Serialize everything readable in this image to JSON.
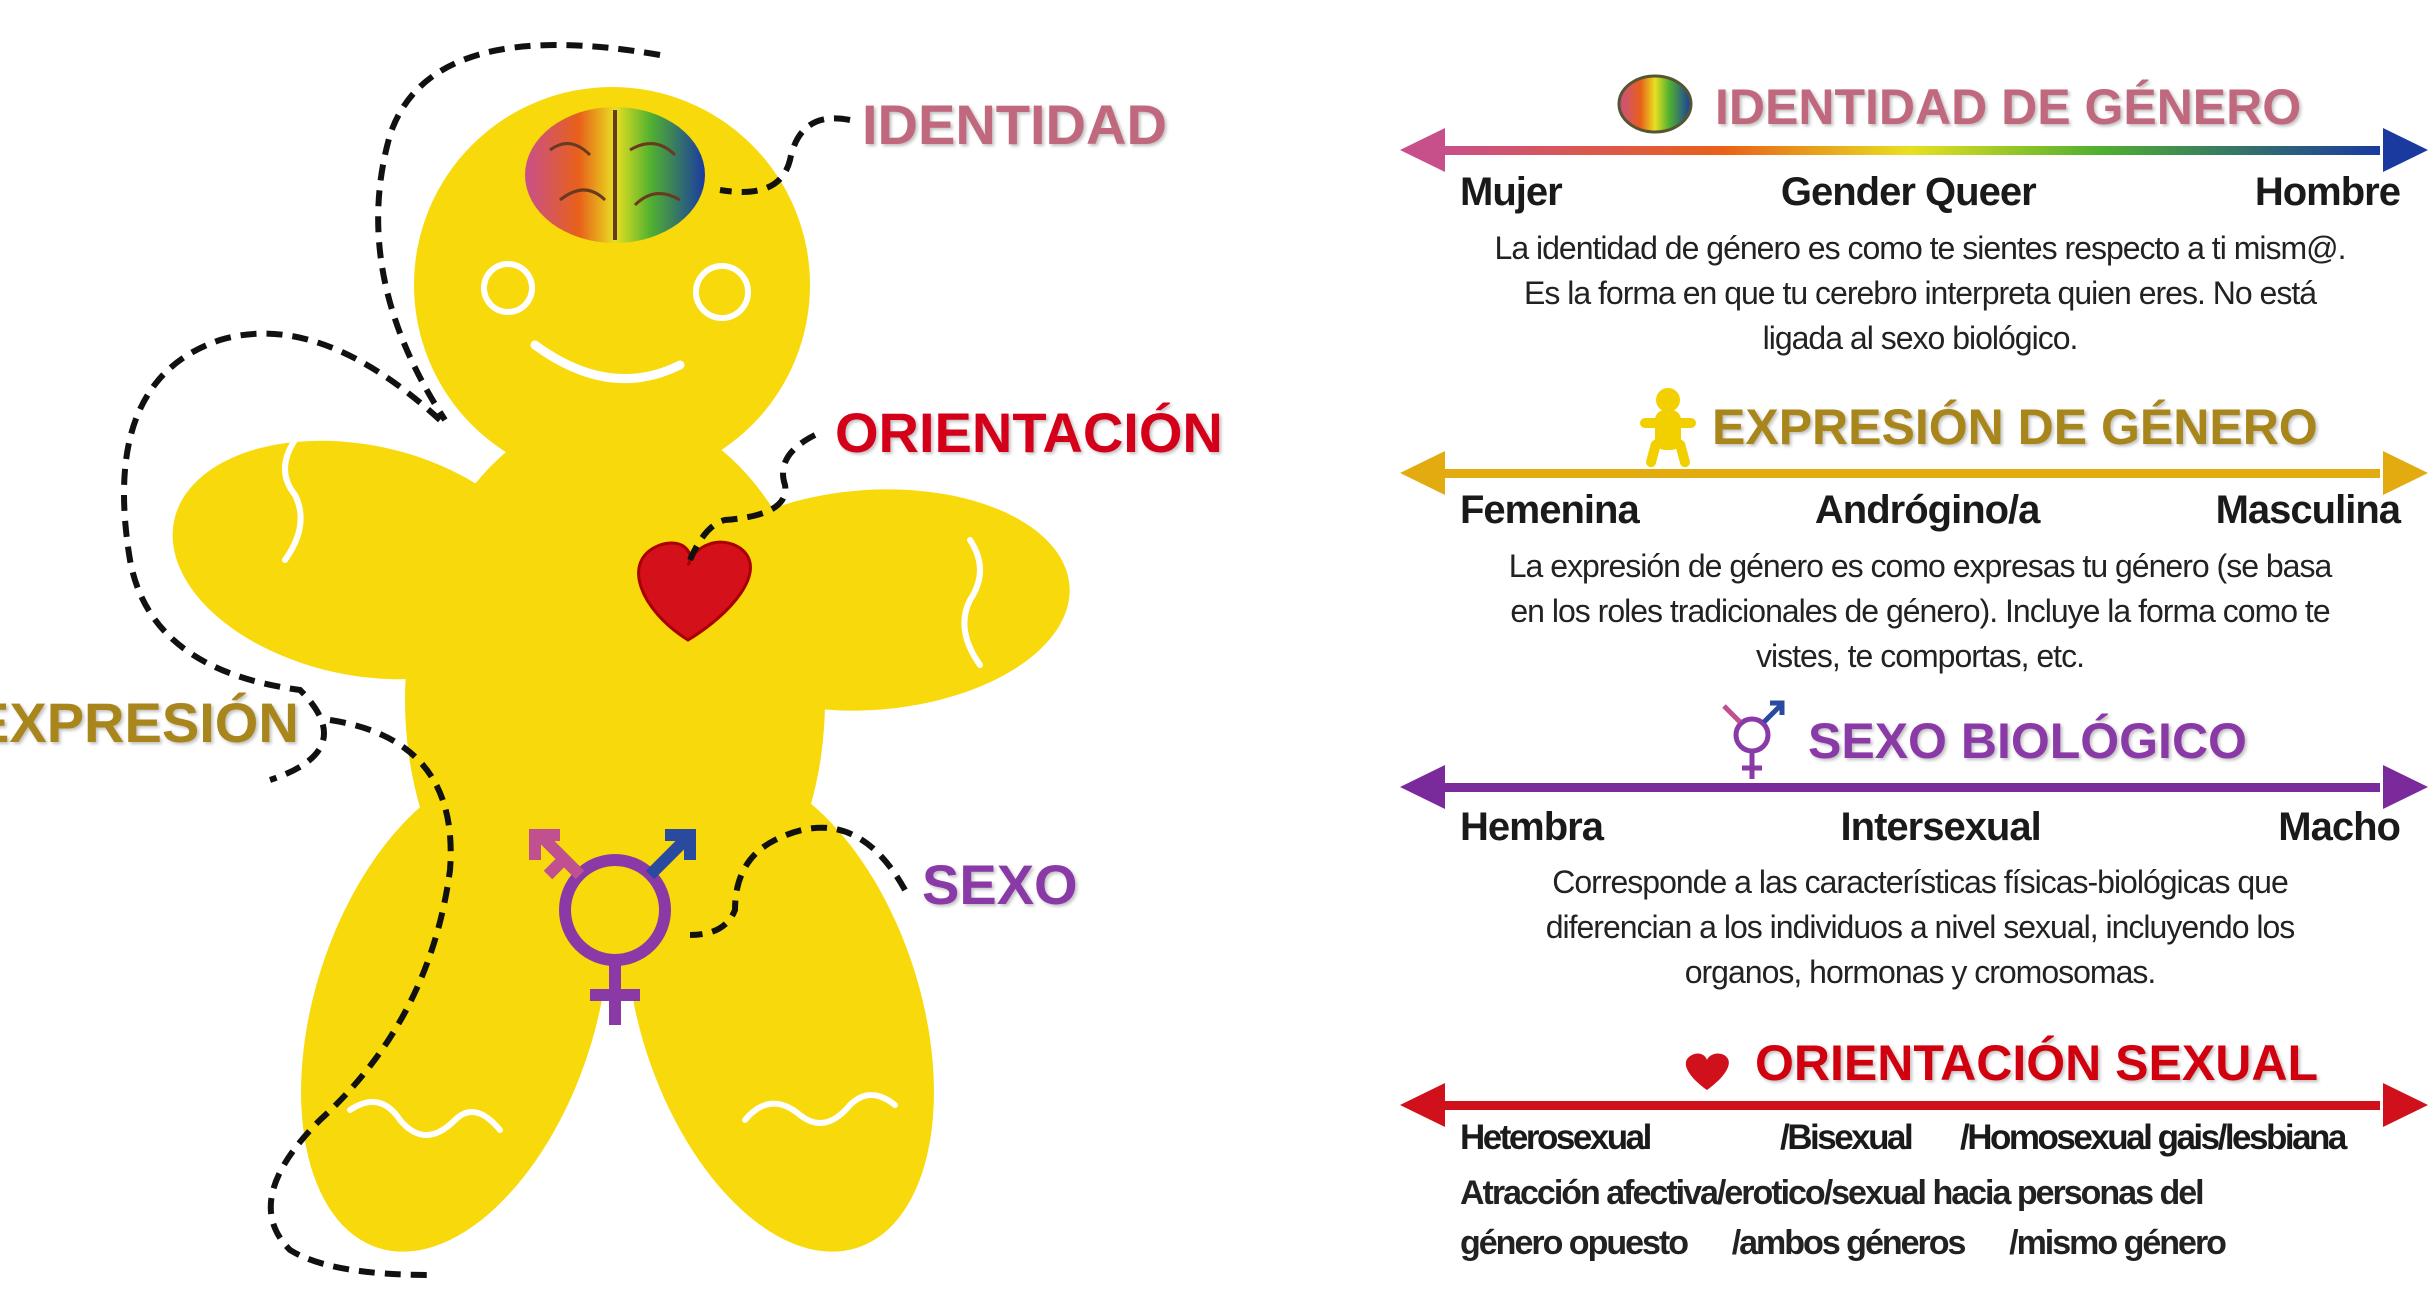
{
  "figure": {
    "left_labels": {
      "identidad": "IDENTIDAD",
      "orientacion": "ORIENTACIÓN",
      "expresion": "EXPRESIÓN",
      "sexo": "SEXO"
    },
    "sections": [
      {
        "title": "IDENTIDAD DE GÉNERO",
        "icon": "brain-icon",
        "color": "#c0687e",
        "scale": [
          "Mujer",
          "Gender Queer",
          "Hombre"
        ],
        "description": [
          "La identidad de género es como te sientes respecto a ti mism@.",
          "Es la forma en que tu cerebro interpreta quien eres. No está",
          "ligada al sexo biológico."
        ]
      },
      {
        "title": "EXPRESIÓN DE GÉNERO",
        "icon": "gingerbread-person-icon",
        "color": "#a8861c",
        "scale": [
          "Femenina",
          "Andrógino/a",
          "Masculina"
        ],
        "description": [
          "La expresión de género es como expresas tu género (se basa",
          "en los roles tradicionales de género). Incluye la forma como te",
          "vistes, te comportas, etc."
        ]
      },
      {
        "title": "SEXO BIOLÓGICO",
        "icon": "transgender-symbol-icon",
        "color": "#8a3aa6",
        "scale": [
          "Hembra",
          "Intersexual",
          "Macho"
        ],
        "description": [
          "Corresponde a las características físicas-biológicas que",
          "diferencian a los individuos a nivel sexual, incluyendo los",
          "organos, hormonas y cromosomas."
        ]
      },
      {
        "title": "ORIENTACIÓN SEXUAL",
        "icon": "heart-icon",
        "color": "#d0000f",
        "scale": [
          "Heterosexual",
          "/Bisexual",
          "/Homosexual gais/lesbiana"
        ],
        "description": [
          "Atracción afectiva/erotico/sexual hacia personas del",
          "género opuesto      /ambos géneros      /mismo género"
        ]
      }
    ],
    "colors": {
      "body": "#f7d90c",
      "identidad": "#c0687e",
      "orientacion": "#d4001a",
      "expresion": "#a8861c",
      "sexo": "#8a3aa6"
    }
  }
}
